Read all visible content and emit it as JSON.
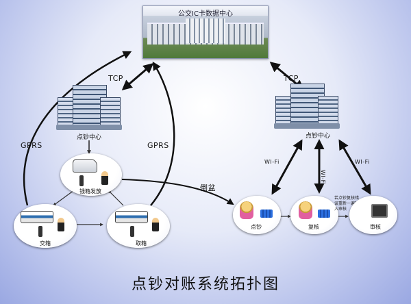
{
  "title": "点钞对账系统拓扑图",
  "nodes": {
    "data_center": "公交IC卡数据中心",
    "counting_center_left": "点钞中心",
    "counting_center_right": "点钞中心",
    "cash_bag_dispatch": "钱箱发放",
    "handover": "交箱",
    "pickup": "取箱",
    "counting": "点钞",
    "review": "复核",
    "audit": "审核",
    "review_note": "若点钞复核错误重新一遍输入审核"
  },
  "links": {
    "tcp_left": "TCP",
    "tcp_right": "TCP",
    "gprs_left": "GPRS",
    "gprs_right": "GPRS",
    "pour": "倒盆",
    "wifi_left": "WI-Fi",
    "wifi_mid": "WI-Fi",
    "wifi_right": "WI-Fi"
  }
}
